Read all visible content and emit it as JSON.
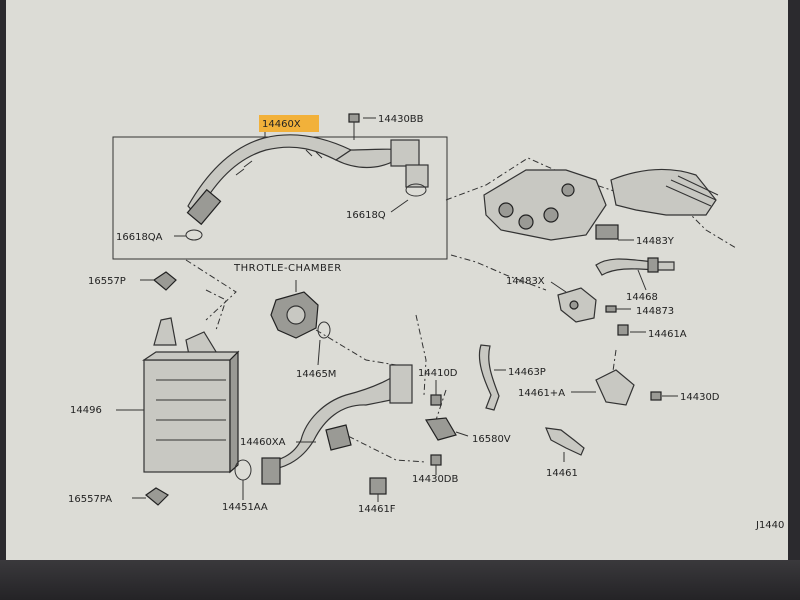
{
  "highlight_color": "#f2b13a",
  "labels": {
    "hose_assembly": "14460X",
    "bolt_top": "14430BB",
    "gasket_right": "16618Q",
    "gasket_left": "16618QA",
    "throttle": "THROTLE-CHAMBER",
    "throttle_gasket": "14465M",
    "cap_top": "16557P",
    "intercooler": "14496",
    "cap_bottom": "16557PA",
    "hose_a": "14460XA",
    "seal": "14451AA",
    "bracket_f": "14461F",
    "bolt_d": "14410D",
    "bolt_db": "14430DB",
    "sensor": "16580V",
    "pipe_p": "14463P",
    "bracket_y": "14483Y",
    "bracket_x": "14483X",
    "hose_b": "14468",
    "clip": "144873",
    "bracket_a": "14461A",
    "bracket_plus_a": "14461+A",
    "bolt_d2": "14430D",
    "bracket": "14461",
    "diagram_id": "J1440"
  }
}
